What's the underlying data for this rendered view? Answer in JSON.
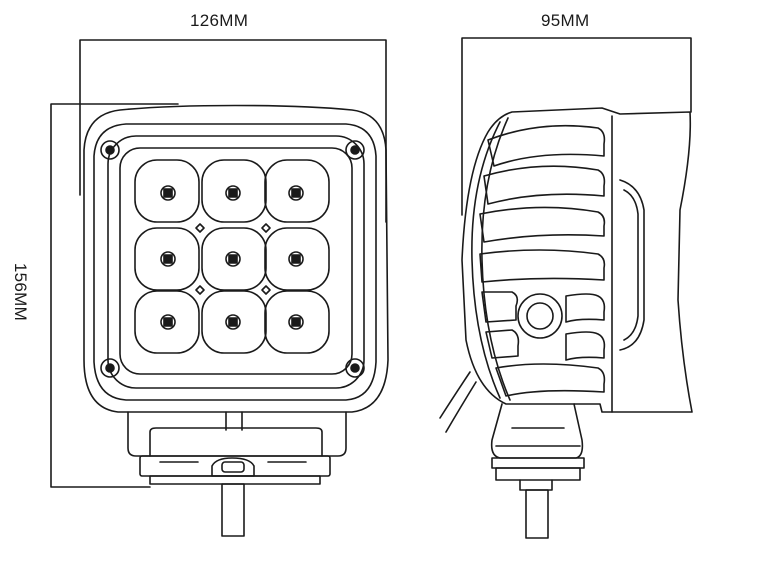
{
  "dimensions": {
    "width_label": "126MM",
    "depth_label": "95MM",
    "height_label": "156MM"
  },
  "views": {
    "front": {
      "led_rows": 3,
      "led_cols": 3,
      "mount_screws": 4
    },
    "side": {
      "cooling_fins": 7
    }
  },
  "colors": {
    "line": "#1a1a1a",
    "background": "#ffffff"
  }
}
